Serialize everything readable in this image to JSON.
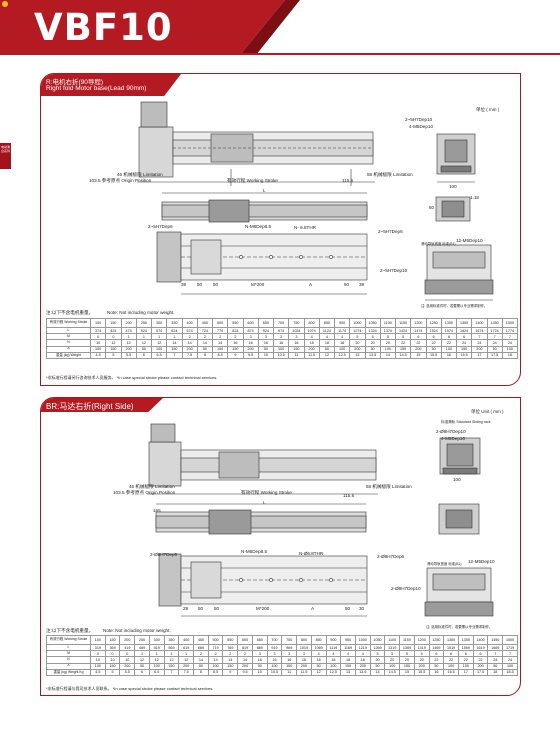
{
  "page": {
    "title": "VBF10"
  },
  "side_tab": {
    "text": "电动滑台系列"
  },
  "sections": [
    {
      "title_cn": "R:电机右折(90导程)",
      "title_en": "Right fold Motor base(Lead 90mm)",
      "unit": "单位 ( mm )",
      "labels": {
        "limit_left": "46 机械极限 Limitation",
        "origin": "103.5 参考原点 Origin Position",
        "stroke": "有效行程 Working Stroke",
        "dim_1155": "115.5",
        "limit_right": "58 机械极限 Limitation",
        "pin_top": "2~5H7Dep10",
        "tap_top": "4-M5Dep10",
        "dim_100": "100",
        "dim_118": "1.18",
        "dim_60": "60",
        "tap_mid": "N-M6Dep8.5",
        "tap_mid2": "N- 6.8THR",
        "pin_left": "2~5H7Dep6",
        "pin_right": "2~5H7Dep6",
        "pin_right2": "2~5H7Dep10",
        "tap_right": "12-M5Dep10",
        "std_rail": "滑动导轨宽度 标准(B1)",
        "L": "L",
        "dims_bottom": [
          "39",
          "50",
          "50",
          "M*200",
          "A",
          "50",
          "39"
        ],
        "std_note": "注:  选用标准件时，若要需以专业需求制作。"
      },
      "note_left": "注:以下不含电机重量。",
      "note_right": "Note: Not including motor weight.",
      "table": {
        "row_headers": [
          "有效行程 Working Stroke",
          "L",
          "M",
          "N",
          "A",
          "重量 (kg) Weight"
        ],
        "rows": [
          [
            "100",
            "150",
            "200",
            "250",
            "300",
            "350",
            "400",
            "450",
            "500",
            "550",
            "600",
            "650",
            "700",
            "750",
            "800",
            "850",
            "900",
            "1000",
            "1050",
            "1100",
            "1150",
            "1200",
            "1250",
            "1300",
            "1350",
            "1400",
            "1450",
            "1500"
          ],
          [
            "374",
            "424",
            "474",
            "524",
            "574",
            "624",
            "674",
            "724",
            "774",
            "824",
            "874",
            "924",
            "974",
            "1024",
            "1074",
            "1124",
            "1174",
            "1274",
            "1324",
            "1374",
            "1424",
            "1474",
            "1524",
            "1574",
            "1624",
            "1674",
            "1724",
            "1774"
          ],
          [
            "0",
            "0",
            "1",
            "1",
            "1",
            "1",
            "2",
            "2",
            "2",
            "2",
            "3",
            "3",
            "3",
            "3",
            "4",
            "4",
            "4",
            "5",
            "5",
            "5",
            "5",
            "6",
            "6",
            "6",
            "6",
            "7",
            "7",
            "7"
          ],
          [
            "10",
            "12",
            "12",
            "12",
            "12",
            "14",
            "14",
            "14",
            "14",
            "16",
            "16",
            "16",
            "16",
            "18",
            "18",
            "18",
            "18",
            "20",
            "20",
            "20",
            "22",
            "22",
            "22",
            "22",
            "24",
            "24",
            "24",
            "24"
          ],
          [
            "100",
            "150",
            "200",
            "50",
            "100",
            "150",
            "200",
            "50",
            "100",
            "150",
            "200",
            "50",
            "100",
            "150",
            "200",
            "50",
            "100",
            "200",
            "50",
            "100",
            "150",
            "200",
            "50",
            "100",
            "150",
            "200",
            "50",
            "100"
          ],
          [
            "4.5",
            "5",
            "5.5",
            "6",
            "6.5",
            "7",
            "7.5",
            "8",
            "8.5",
            "9",
            "9.5",
            "10",
            "10.5",
            "11",
            "11.5",
            "12",
            "12.5",
            "13",
            "13.5",
            "14",
            "14.5",
            "15",
            "15.5",
            "16",
            "16.5",
            "17",
            "17.5",
            "18"
          ]
        ]
      },
      "footnote": "*非标准行程请另行咨询技术人员服务。   *In case special stroke please contact technical services."
    },
    {
      "title_cn": "BR:马达右折(Right Side)",
      "title_en": "",
      "unit": "单位 Unit ( mm )",
      "labels": {
        "limit_left": "46 机械极限 Limitation",
        "origin": "103.5 参考原点 Origin Position",
        "stroke": "有效行程 Working Stroke",
        "dim_1155": "115.5",
        "limit_right": "58 机械极限 Limitation",
        "std_rail": "标准滑轨 Standard Sliding rack",
        "pin_top": "2-Ø8H7Dep10",
        "tap_top": "4-M5Dep10",
        "dim_100": "100",
        "dim_155": "155",
        "tap_mid": "N-M6Dep8.5",
        "tap_mid2": "N-Ø6.8THR",
        "pin_left": "2-Ø8H7Dep6",
        "pin_right": "2-Ø8H7Dep6",
        "pin_right2": "2-Ø8H7Dep10",
        "tap_right": "12-M5Dep10",
        "std_rail2": "滑动导轨宽度 标准(B1)",
        "L": "L",
        "dims_bottom": [
          "29",
          "50",
          "50",
          "M*200",
          "A",
          "50",
          "30"
        ],
        "std_note": "注:  选用标准件时，若要需以专业需求制作。"
      },
      "note_left": "注:以下不含电机重量。",
      "note_right": "Note: Not including motor weight.",
      "table": {
        "row_headers": [
          "有效行程 Working Stroke",
          "L",
          "M",
          "N",
          "A",
          "重量 (kg) Weight Kg"
        ],
        "rows": [
          [
            "100",
            "150",
            "200",
            "250",
            "300",
            "350",
            "400",
            "450",
            "500",
            "550",
            "600",
            "650",
            "700",
            "750",
            "800",
            "850",
            "900",
            "950",
            "1000",
            "1050",
            "1100",
            "1150",
            "1200",
            "1250",
            "1300",
            "1350",
            "1400",
            "1450",
            "1500"
          ],
          [
            "319",
            "369",
            "419",
            "469",
            "519",
            "569",
            "619",
            "669",
            "719",
            "769",
            "819",
            "869",
            "919",
            "969",
            "1019",
            "1069",
            "1119",
            "1169",
            "1219",
            "1269",
            "1319",
            "1369",
            "1419",
            "1469",
            "1519",
            "1569",
            "1619",
            "1669",
            "1719"
          ],
          [
            "0",
            "0",
            "0",
            "1",
            "1",
            "1",
            "1",
            "2",
            "2",
            "2",
            "2",
            "3",
            "3",
            "3",
            "3",
            "4",
            "4",
            "4",
            "4",
            "5",
            "5",
            "5",
            "5",
            "6",
            "6",
            "6",
            "6",
            "7",
            "7"
          ],
          [
            "10",
            "10",
            "10",
            "12",
            "12",
            "12",
            "12",
            "14",
            "14",
            "14",
            "14",
            "16",
            "16",
            "16",
            "16",
            "18",
            "18",
            "18",
            "18",
            "20",
            "20",
            "20",
            "20",
            "22",
            "22",
            "22",
            "22",
            "24",
            "24"
          ],
          [
            "100",
            "150",
            "200",
            "50",
            "100",
            "150",
            "200",
            "50",
            "100",
            "150",
            "200",
            "50",
            "100",
            "150",
            "200",
            "50",
            "100",
            "150",
            "200",
            "50",
            "100",
            "150",
            "200",
            "50",
            "100",
            "150",
            "200",
            "50",
            "100"
          ],
          [
            "4.5",
            "5",
            "5.5",
            "6",
            "6.5",
            "7",
            "7.5",
            "8",
            "8.5",
            "9",
            "9.5",
            "10",
            "10.5",
            "11",
            "11.5",
            "12",
            "12.5",
            "13",
            "13.5",
            "14",
            "14.5",
            "15",
            "15.5",
            "16",
            "16.5",
            "17",
            "17.5",
            "18",
            "18.5"
          ]
        ]
      },
      "footnote": "*非标准行程请与我司技术人员联系。   *In case special stroke please contact technical services."
    }
  ],
  "colors": {
    "accent": "#b31a21",
    "line": "#333333",
    "part": "#cfcfcf",
    "dark_part": "#8a8a8a"
  },
  "icons": {
    "corner_dot": "yellow-dot-icon"
  }
}
